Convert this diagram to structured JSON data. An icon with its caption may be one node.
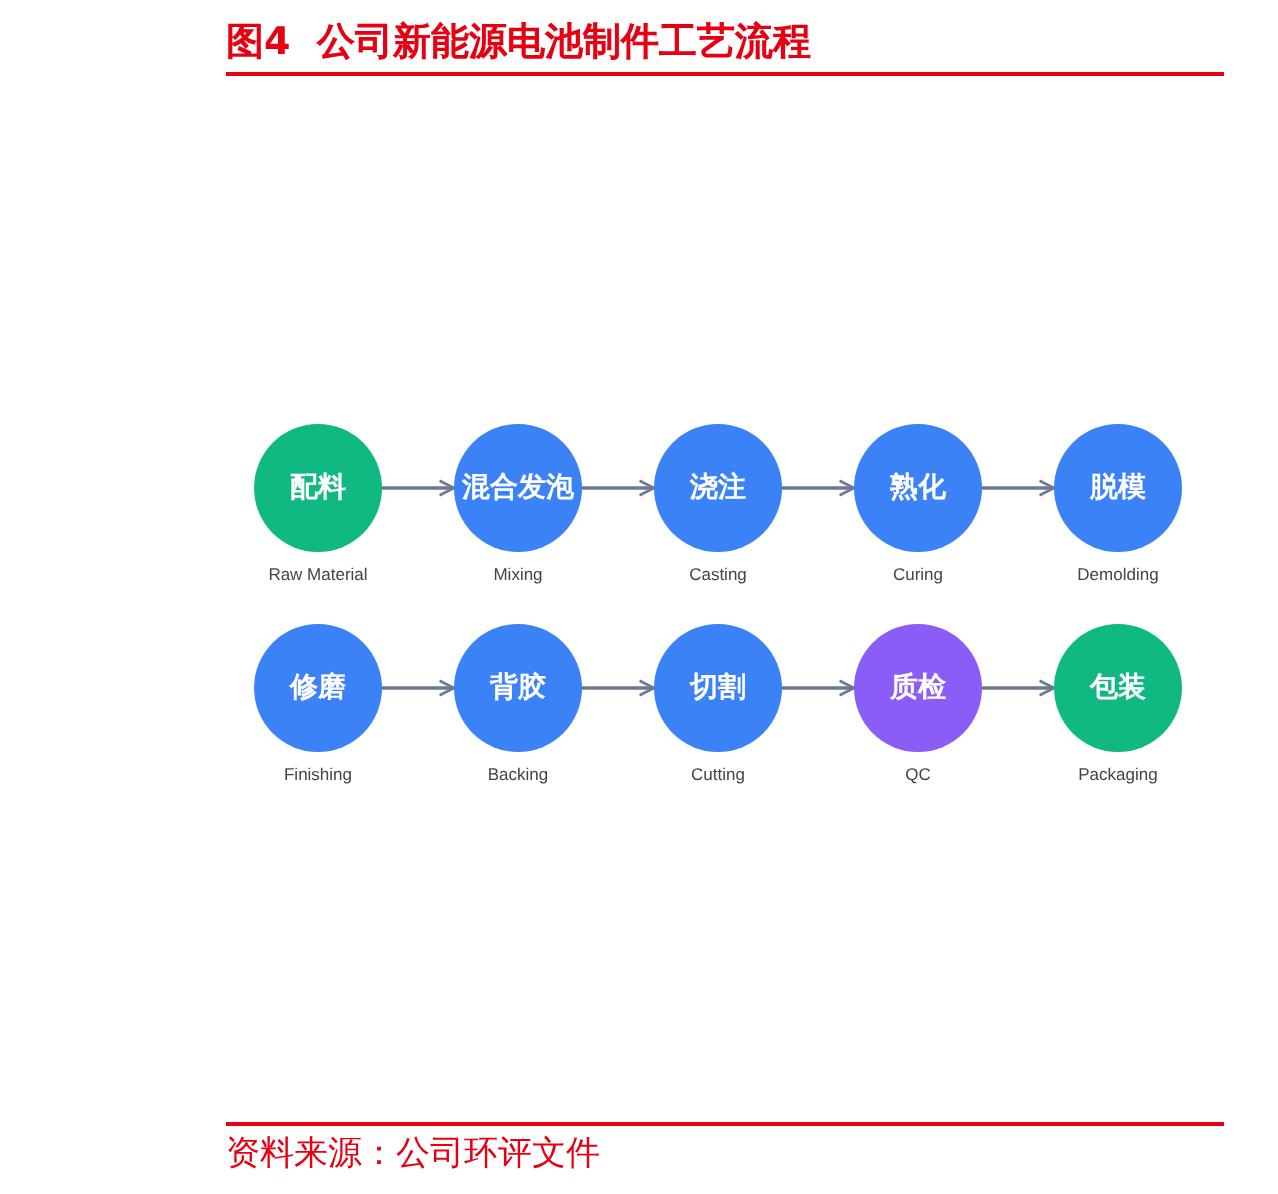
{
  "diagram": {
    "title": "图4  公司新能源电池制件工艺流程",
    "nodes": [
      {
        "text": [
          "配料"
        ],
        "beside": [
          "Raw Material"
        ]
      },
      {
        "text": [
          "混合发泡"
        ],
        "beside": [
          "Mixing"
        ]
      },
      {
        "text": [
          "浇注"
        ],
        "beside": [
          "Casting"
        ]
      },
      {
        "text": [
          "熟化"
        ],
        "beside": [
          "Curing"
        ]
      },
      {
        "text": [
          "脱模"
        ],
        "beside": [
          "Demolding"
        ]
      },
      {
        "text": [
          "修磨"
        ],
        "beside": [
          "Finishing"
        ]
      },
      {
        "text": [
          "背胶"
        ],
        "beside": [
          "Backing"
        ]
      },
      {
        "text": [
          "切割"
        ],
        "beside": [
          "Cutting"
        ]
      },
      {
        "text": [
          "质检"
        ],
        "beside": [
          "QC"
        ]
      },
      {
        "text": [
          "包装"
        ],
        "beside": [
          "Packaging"
        ]
      }
    ],
    "edges": [
      {
        "from": 0,
        "to": 1,
        "arrow": "to"
      },
      {
        "from": 1,
        "to": 2,
        "arrow": "to"
      },
      {
        "from": 2,
        "to": 3,
        "arrow": "to"
      },
      {
        "from": 3,
        "to": 4,
        "arrow": "to"
      },
      {
        "from": 5,
        "to": 6,
        "arrow": "to"
      },
      {
        "from": 6,
        "to": 7,
        "arrow": "to"
      },
      {
        "from": 7,
        "to": 8,
        "arrow": "to"
      },
      {
        "from": 8,
        "to": 9,
        "arrow": "to"
      }
    ],
    "caption": "资料来源：公司环评文件"
  }
}
